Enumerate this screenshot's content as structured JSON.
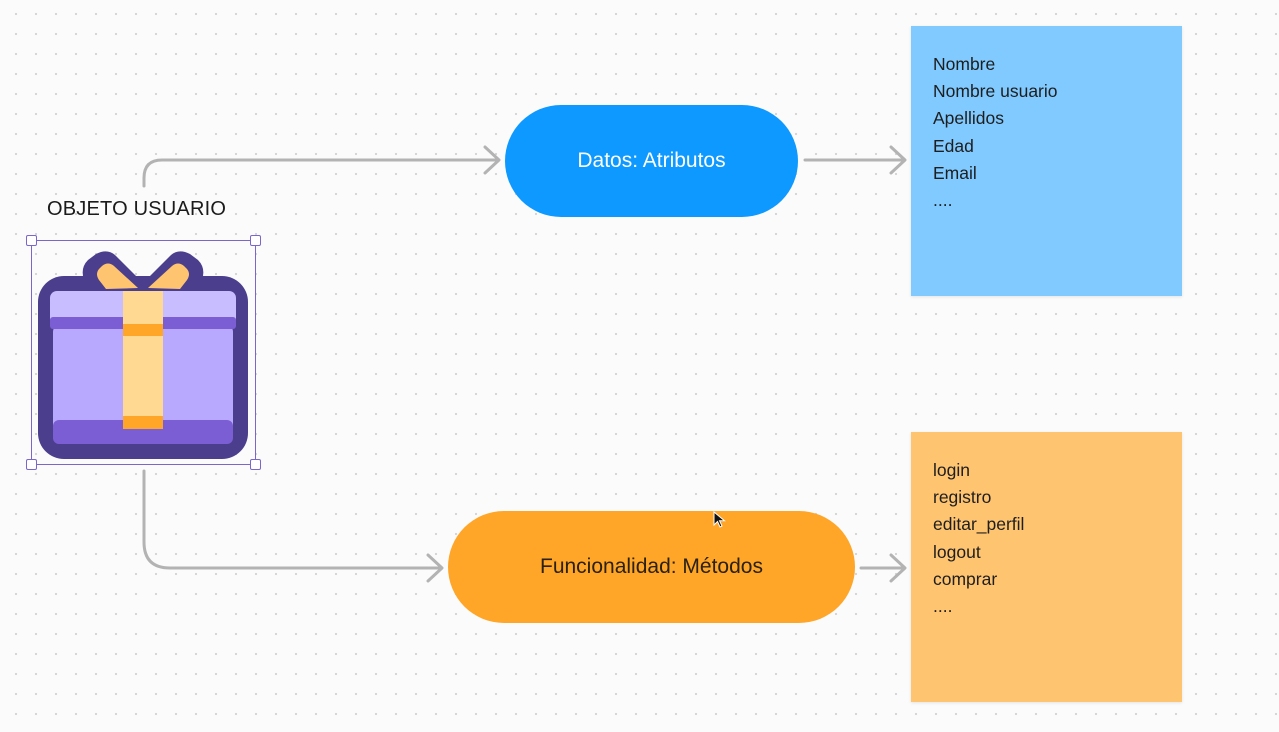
{
  "object": {
    "label": "OBJETO USUARIO",
    "icon": "gift-icon"
  },
  "attributes_node": {
    "label": "Datos: Atributos",
    "color": "#0d99ff"
  },
  "methods_node": {
    "label": "Funcionalidad: Métodos",
    "color": "#ffa629"
  },
  "attributes_note": {
    "color": "#80caff",
    "items": [
      "Nombre",
      "Nombre usuario",
      "Apellidos",
      "Edad",
      "Email",
      "...."
    ]
  },
  "methods_note": {
    "color": "#ffc470",
    "items": [
      "login",
      "registro",
      "editar_perfil",
      "logout",
      "comprar",
      "...."
    ]
  },
  "connector_color": "#b3b3b3",
  "selection_color": "#7a67c9"
}
